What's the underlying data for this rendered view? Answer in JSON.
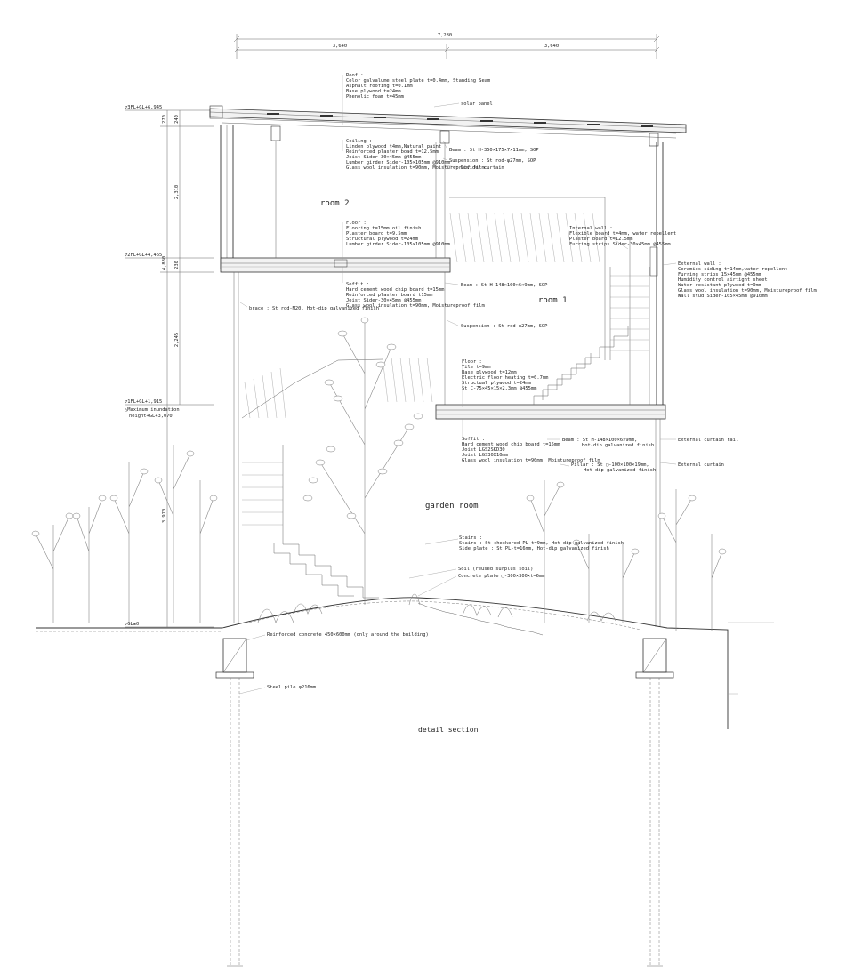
{
  "title": "detail section",
  "dimensions": {
    "overall": "7,280",
    "bay_left": "3,640",
    "bay_right": "3,640",
    "vertical_total": "4,880",
    "v_270": "270",
    "v_240": "240",
    "v_2310": "2,310",
    "v_230": "230",
    "v_2245": "2,245",
    "v_3970": "3,970"
  },
  "levels": {
    "roof": "▽3FL+GL+6,945",
    "second": "▽2FL+GL+4,465",
    "first": "▽1FL+GL+1,915",
    "first_note_1": "△Maximum inundation",
    "first_note_2": "height+GL+3,070",
    "ground": "▽GL±0"
  },
  "rooms": {
    "room2": "room 2",
    "room1": "room 1",
    "garden": "garden room"
  },
  "callouts": {
    "roof": [
      "Roof :",
      "Color galvalume steel plate t=0.4mm, Standing Seam",
      "Asphalt roofing t=0.1mm",
      "Base plywood t=24mm",
      "Phenolic foam t=45mm"
    ],
    "solar": "solar panel",
    "ceiling": [
      "Ceiling :",
      "Linden plywood t4mm,Natural paint",
      "Reinforced plaster boad t=12.5mm",
      "Joist Sider-30×45mm @455mm",
      "Lumber girder Sider-105×105mm @910mm",
      "Glass wool insulation t=90mm, Moistureproof film"
    ],
    "beam_top": "Beam : St H-350×175×7×11mm, SOP",
    "suspension_top": "Suspension : St rod-φ27mm, SOP",
    "divider": "Divider curtain",
    "internal_wall": [
      "Internal wall :",
      "Flexible board t=4mm, water repellent",
      "Plaster board t=12.5mm",
      "Furring strips Sider-30×45mm @455mm"
    ],
    "floor2": [
      "Floor :",
      "Flooring t=15mm oil finish",
      "Plaster board t=9.5mm",
      "Structural plywood t=24mm",
      "Lumber girder Sider-105×105mm @910mm"
    ],
    "beam_mid": "Beam : St H-148×100×6×9mm, SOP",
    "soffit2": [
      "Soffit :",
      "Hard cement wood chip board t=15mm",
      "Reinforced plaster board t15mm",
      "Joist Sider-30×45mm @455mm",
      "Glass wool insulation t=90mm, Moistureproof film"
    ],
    "brace": "brace : St rod-M20, Hot-dip galvanized finish",
    "external_wall": [
      "External wall :",
      "Ceramics siding t=14mm,water repellent",
      "Furring strips 15×45mm @455mm",
      "Humidity control airtight sheet",
      "Water resistant plywood t=9mm",
      "Glass wool insulation t=90mm, Moistureproof film",
      "Wall stud Sider-105×45mm @910mm"
    ],
    "suspension_mid": "Suspension : St rod-φ27mm, SOP",
    "floor1": [
      "Floor :",
      "Tile t=9mm",
      "Base plywood  t=12mm",
      "Electric floor heating t=0.7mm",
      "Structual plywood t=24mm",
      "St C-75×45×15×2.3mm @455mm"
    ],
    "soffit1": [
      "Soffit :",
      "Hard cement wood chip board t=15mm",
      "Joist LGS2SKD30",
      "Joist LGS30X10mm",
      "Glass wool insulation t=90mm, Moistureproof film"
    ],
    "beam_low": [
      "Beam : St H-148×100×6×9mm,",
      "Hot-dip galvanized finish"
    ],
    "curtain_rail": "External curtain rail",
    "pillar": [
      "Pillar : St ▢-100×100×19mm,",
      "Hot-dip galvanized finish"
    ],
    "curtain": "External curtain",
    "stairs": [
      "Stairs :",
      "Stairs : St checkered PL-t=9mm,  Hot-dip galvanized finish",
      "Side plate : St PL-t=16mm,  Hot-dip galvanized finish"
    ],
    "soil": "Soil (reused surplus soil)",
    "concrete_plate": "Concrete plate ▢-300×300×t=6mm",
    "foundation": "Reinforced concrete 450×600mm (only around the building)",
    "pile": "Steel pile φ216mm"
  }
}
